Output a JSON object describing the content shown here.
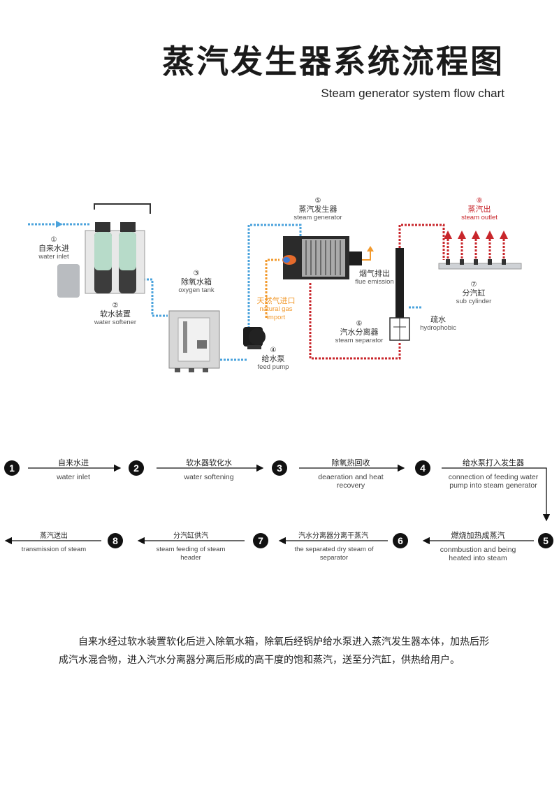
{
  "header": {
    "title_cn": "蒸汽发生器系统流程图",
    "title_en": "Steam generator system flow chart"
  },
  "diagram": {
    "components": [
      {
        "num": "①",
        "cn": "自来水进",
        "en": "water inlet"
      },
      {
        "num": "②",
        "cn": "软水装置",
        "en": "water softener"
      },
      {
        "num": "③",
        "cn": "除氧水箱",
        "en": "oxygen tank"
      },
      {
        "num": "④",
        "cn": "给水泵",
        "en": "feed pump"
      },
      {
        "num": "⑤",
        "cn": "蒸汽发生器",
        "en": "steam generator"
      },
      {
        "num": "⑥",
        "cn": "汽水分离器",
        "en": "steam separator"
      },
      {
        "num": "⑦",
        "cn": "分汽缸",
        "en": "sub cylinder"
      },
      {
        "num": "⑧",
        "cn": "蒸汽出",
        "en": "steam outlet"
      }
    ],
    "gas_inlet": {
      "cn": "天然气进口",
      "en_line1": "natural gas",
      "en_line2": "import"
    },
    "flue": {
      "cn": "烟气排出",
      "en": "flue emission"
    },
    "drain": {
      "cn": "疏水",
      "en": "hydrophobic"
    },
    "colors": {
      "water_line": "#4ba3dc",
      "steam_line": "#c8262b",
      "gas_line": "#f29a2e"
    }
  },
  "process": {
    "nodes": [
      "1",
      "2",
      "3",
      "4",
      "5",
      "6",
      "7",
      "8"
    ],
    "steps": [
      {
        "cn": "自来水进",
        "en": "water inlet"
      },
      {
        "cn": "软水器软化水",
        "en": "water softening"
      },
      {
        "cn": "除氧热回收",
        "en": "deaeration and heat recovery"
      },
      {
        "cn": "给水泵打入发生器",
        "en": "connection of feeding water pump into steam generator"
      },
      {
        "cn": "燃烧加热成蒸汽",
        "en": "conmbustion and being heated into steam"
      },
      {
        "cn": "汽水分离器分离干蒸汽",
        "en": "the separated dry steam of separator"
      },
      {
        "cn": "分汽缸供汽",
        "en": "steam feeding of steam header"
      },
      {
        "cn": "蒸汽送出",
        "en": "transmission of steam"
      }
    ]
  },
  "description": "自来水经过软水装置软化后进入除氧水箱，除氧后经锅炉给水泵进入蒸汽发生器本体，加热后形成汽水混合物，进入汽水分离器分离后形成的高干度的饱和蒸汽，送至分汽缸，供热给用户。"
}
